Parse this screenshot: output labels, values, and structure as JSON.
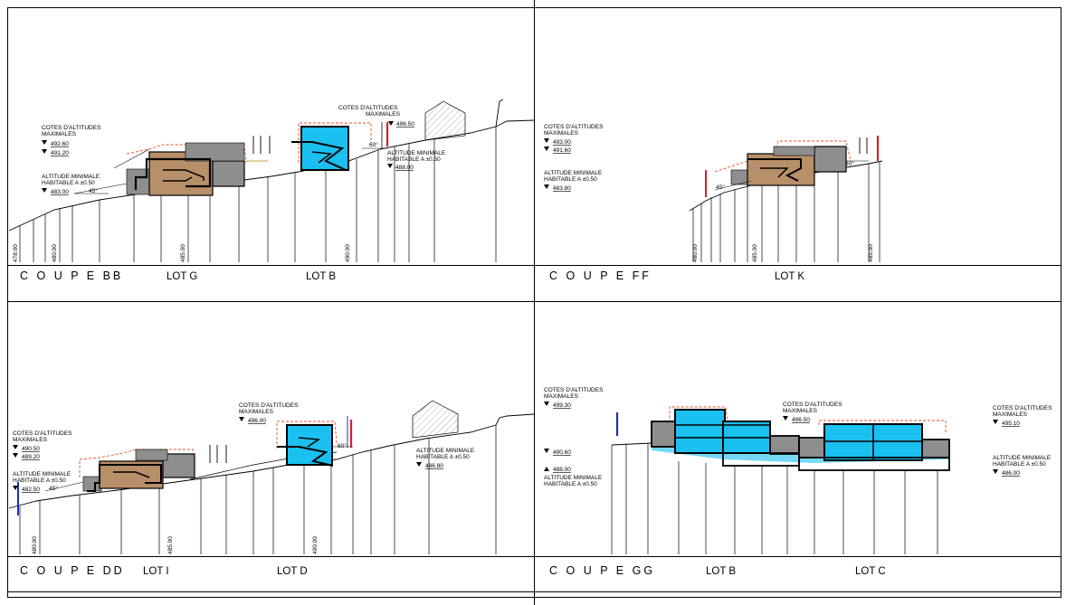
{
  "panels": [
    {
      "section": "C O U P E   BB",
      "lots": [
        "LOT G",
        "LOT B"
      ],
      "notes": {
        "cotes_left": [
          "COTES D'ALTITUDES",
          "MAXIMALES"
        ],
        "lvl_left_1": "492.60",
        "lvl_left_2": "491.20",
        "min_left": [
          "ALTITUDE MINIMALE",
          "HABITABLE A ±0.50"
        ],
        "lvl_left_3": "483.00",
        "angle_1": "45°",
        "cotes_right": [
          "COTES D'ALTITUDES",
          "MAXIMALES"
        ],
        "lvl_right_1": "496.50",
        "angle_2": "60°",
        "min_right": [
          "ALTITUDE MINIMALE",
          "HABITABLE A ±0.50"
        ],
        "lvl_right_2": "488.00"
      },
      "ticks": [
        "478.00",
        "480.00",
        "485.00",
        "490.00"
      ]
    },
    {
      "section": "C O U P E   FF",
      "lots": [
        "LOT K"
      ],
      "notes": {
        "cotes_left": [
          "COTES D'ALTITUDES",
          "MAXIMALES"
        ],
        "lvl_left_1": "493.00",
        "lvl_left_2": "491.60",
        "min_left": [
          "ALTITUDE MINIMALE",
          "HABITABLE A ±0.50"
        ],
        "lvl_left_3": "483.80",
        "angle_1": "45°",
        "angle_2": "60°"
      },
      "ticks": [
        "480.00",
        "485.00",
        "489.00"
      ]
    },
    {
      "section": "C O U P E   DD",
      "lots": [
        "LOT I",
        "LOT D"
      ],
      "notes": {
        "cotes_left": [
          "COTES D'ALTITUDES",
          "MAXIMALES"
        ],
        "lvl_left_1": "490.50",
        "lvl_left_2": "489.20",
        "min_left": [
          "ALTITUDE MINIMALE",
          "HABITABLE A ±0.50"
        ],
        "lvl_left_3": "482.50",
        "angle_1": "45°",
        "cotes_right": [
          "COTES D'ALTITUDES",
          "MAXIMALES"
        ],
        "lvl_right_1": "496.00",
        "angle_2": "60°",
        "min_right": [
          "ALTITUDE MINIMALE",
          "HABITABLE A ±0.50"
        ],
        "lvl_right_2": "486.80"
      },
      "ticks": [
        "480.00",
        "485.00",
        "490.00"
      ]
    },
    {
      "section": "C O U P E   GG",
      "lots": [
        "LOT B",
        "LOT C"
      ],
      "notes": {
        "cotes_left": [
          "COTES D'ALTITUDES",
          "MAXIMALES"
        ],
        "lvl_left_1": "499.30",
        "lvl_left_2": "490.60",
        "lvl_left_3": "488.00",
        "min_left": [
          "ALTITUDE MINIMALE",
          "HABITABLE A ±0.50"
        ],
        "cotes_mid": [
          "COTES D'ALTITUDES",
          "MAXIMALES"
        ],
        "lvl_mid_1": "496.50",
        "cotes_right": [
          "COTES D'ALTITUDES",
          "MAXIMALES"
        ],
        "lvl_right_1": "495.10",
        "min_right": [
          "ALTITUDE MINIMALE",
          "HABITABLE A ±0.50"
        ],
        "lvl_right_2": "486.00"
      },
      "ticks": []
    }
  ],
  "colors": {
    "pool": "#19c0f0",
    "wood": "#b78f68",
    "gray": "#8e8e8e",
    "limit": "#e0501c",
    "red_pole": "#d6202a",
    "blue_pole": "#1c2fb4"
  }
}
